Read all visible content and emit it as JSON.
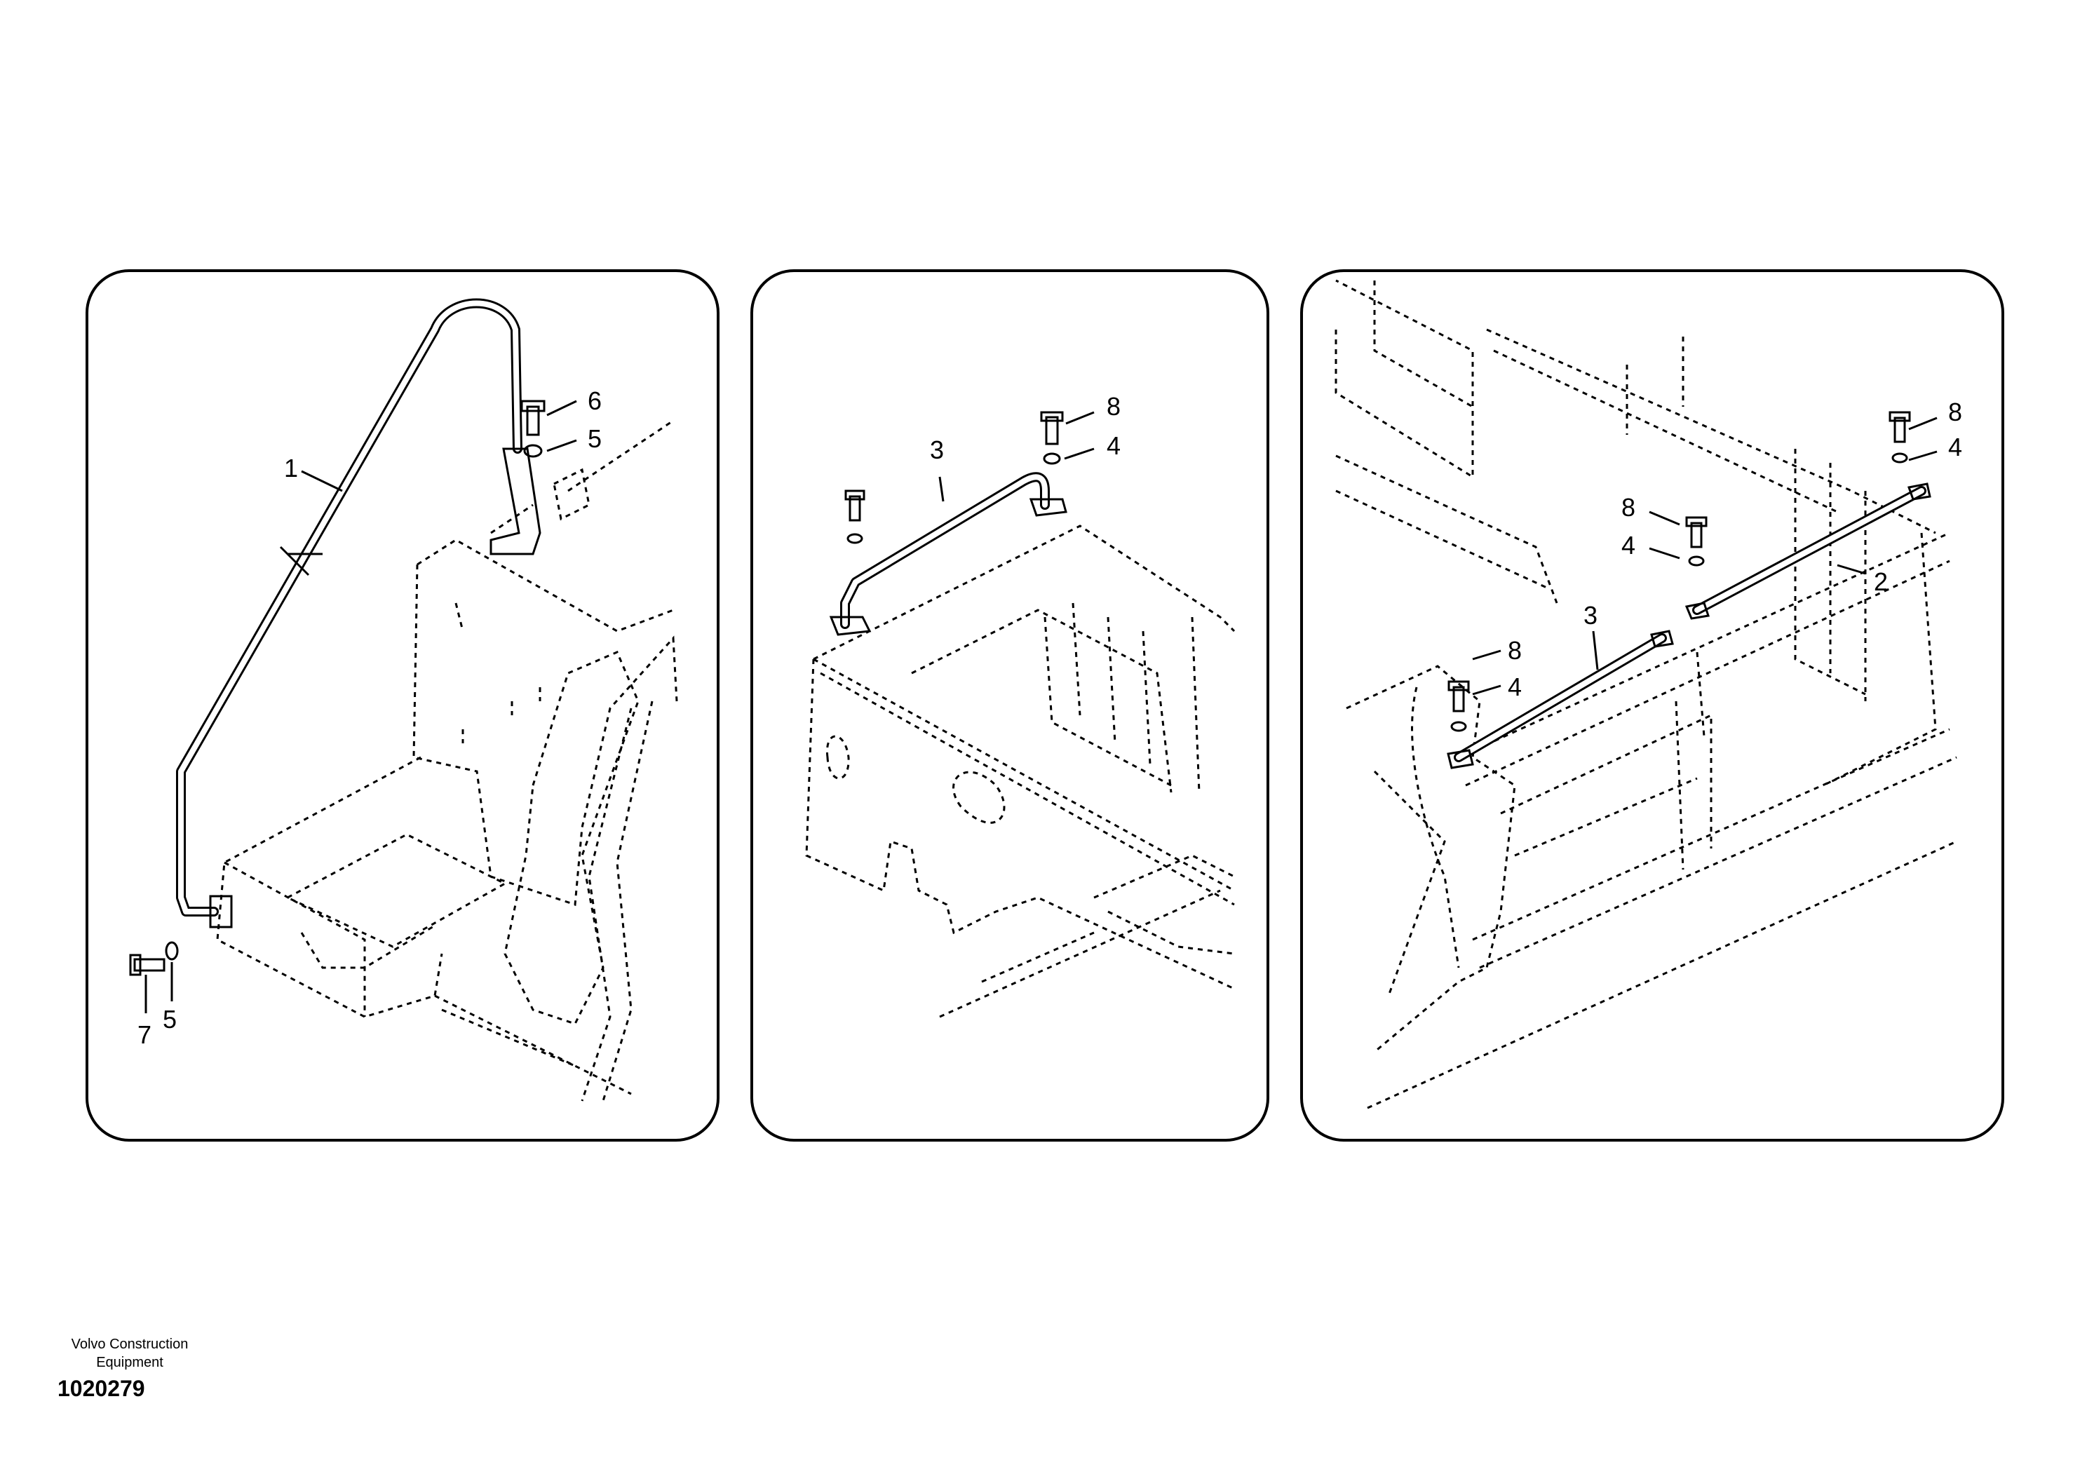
{
  "footer": {
    "company_line1": "Volvo Construction",
    "company_line2": "Equipment",
    "drawing_number": "1020279"
  },
  "panels": [
    {
      "id": "left",
      "callouts": [
        "1",
        "6",
        "5",
        "7",
        "5"
      ]
    },
    {
      "id": "middle",
      "callouts": [
        "3",
        "8",
        "4"
      ]
    },
    {
      "id": "right",
      "callouts": [
        "8",
        "4",
        "8",
        "4",
        "3",
        "2",
        "8",
        "4"
      ]
    }
  ]
}
